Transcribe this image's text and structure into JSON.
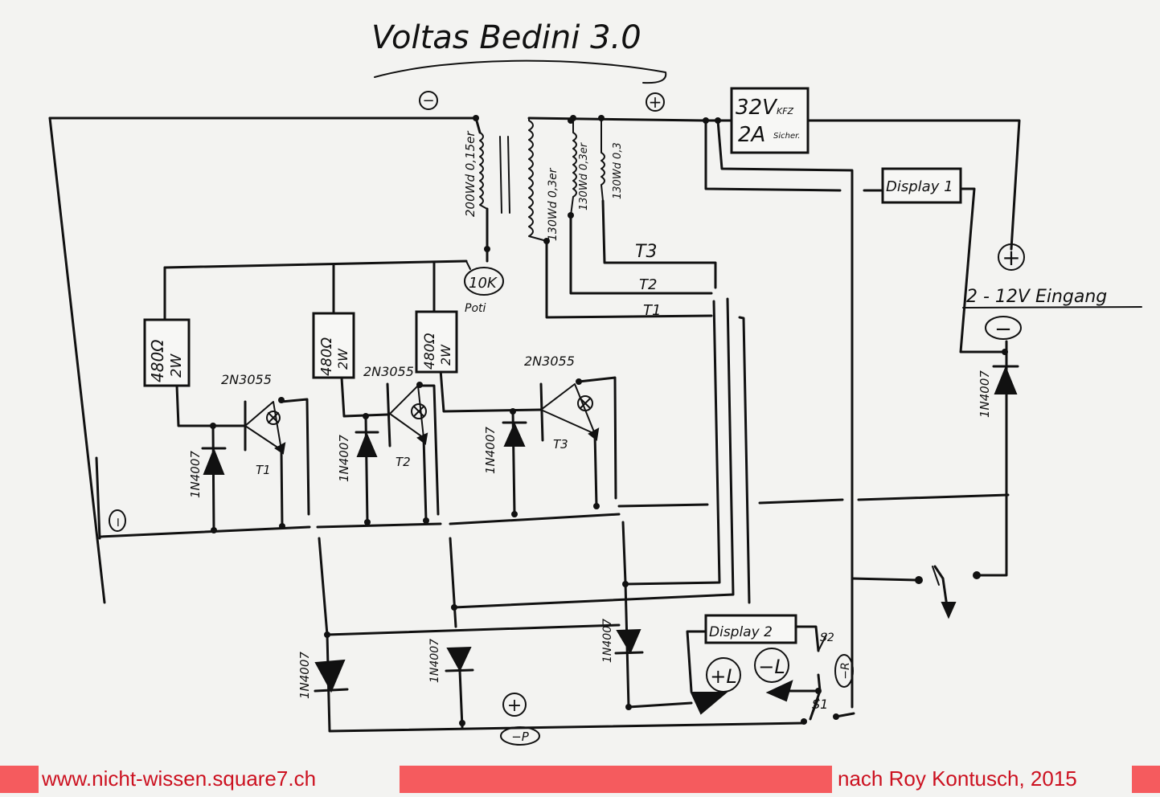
{
  "title": "Voltas Bedini 3.0",
  "polarity": {
    "minus": "−",
    "plus": "+"
  },
  "coils": {
    "primary": "200Wd 0,15er",
    "sec1": "130Wd 0,3er",
    "sec2": "130Wd 0,3er",
    "sec3": "130Wd 0,3"
  },
  "fuse": {
    "voltage": "32V",
    "current": "2A",
    "note_top": "KFZ",
    "note_bottom": "Sicher."
  },
  "display1": "Display 1",
  "display2": "Display 2",
  "input": {
    "plus": "+",
    "label": "2 - 12V Eingang",
    "minus": "−"
  },
  "poti": {
    "value": "10K",
    "label": "Poti"
  },
  "resistor": {
    "value": "480Ω",
    "power": "2W"
  },
  "transistor": "2N3055",
  "diode": "1N4007",
  "taps": [
    "T3",
    "T2",
    "T1"
  ],
  "transistors": [
    "T1",
    "T2",
    "T3"
  ],
  "outputs": {
    "plus_l": "+L",
    "minus_l": "−L",
    "plus": "+",
    "minus_p": "−P",
    "minus_r": "−R"
  },
  "switches": {
    "s1": "S1",
    "s2": "S2"
  },
  "footer": {
    "left": "www.nicht-wissen.square7.ch",
    "right": "nach Roy Kontusch, 2015"
  },
  "colors": {
    "footer_bar": "#f55b5e",
    "footer_text": "#cc1120",
    "ink": "#111111"
  }
}
